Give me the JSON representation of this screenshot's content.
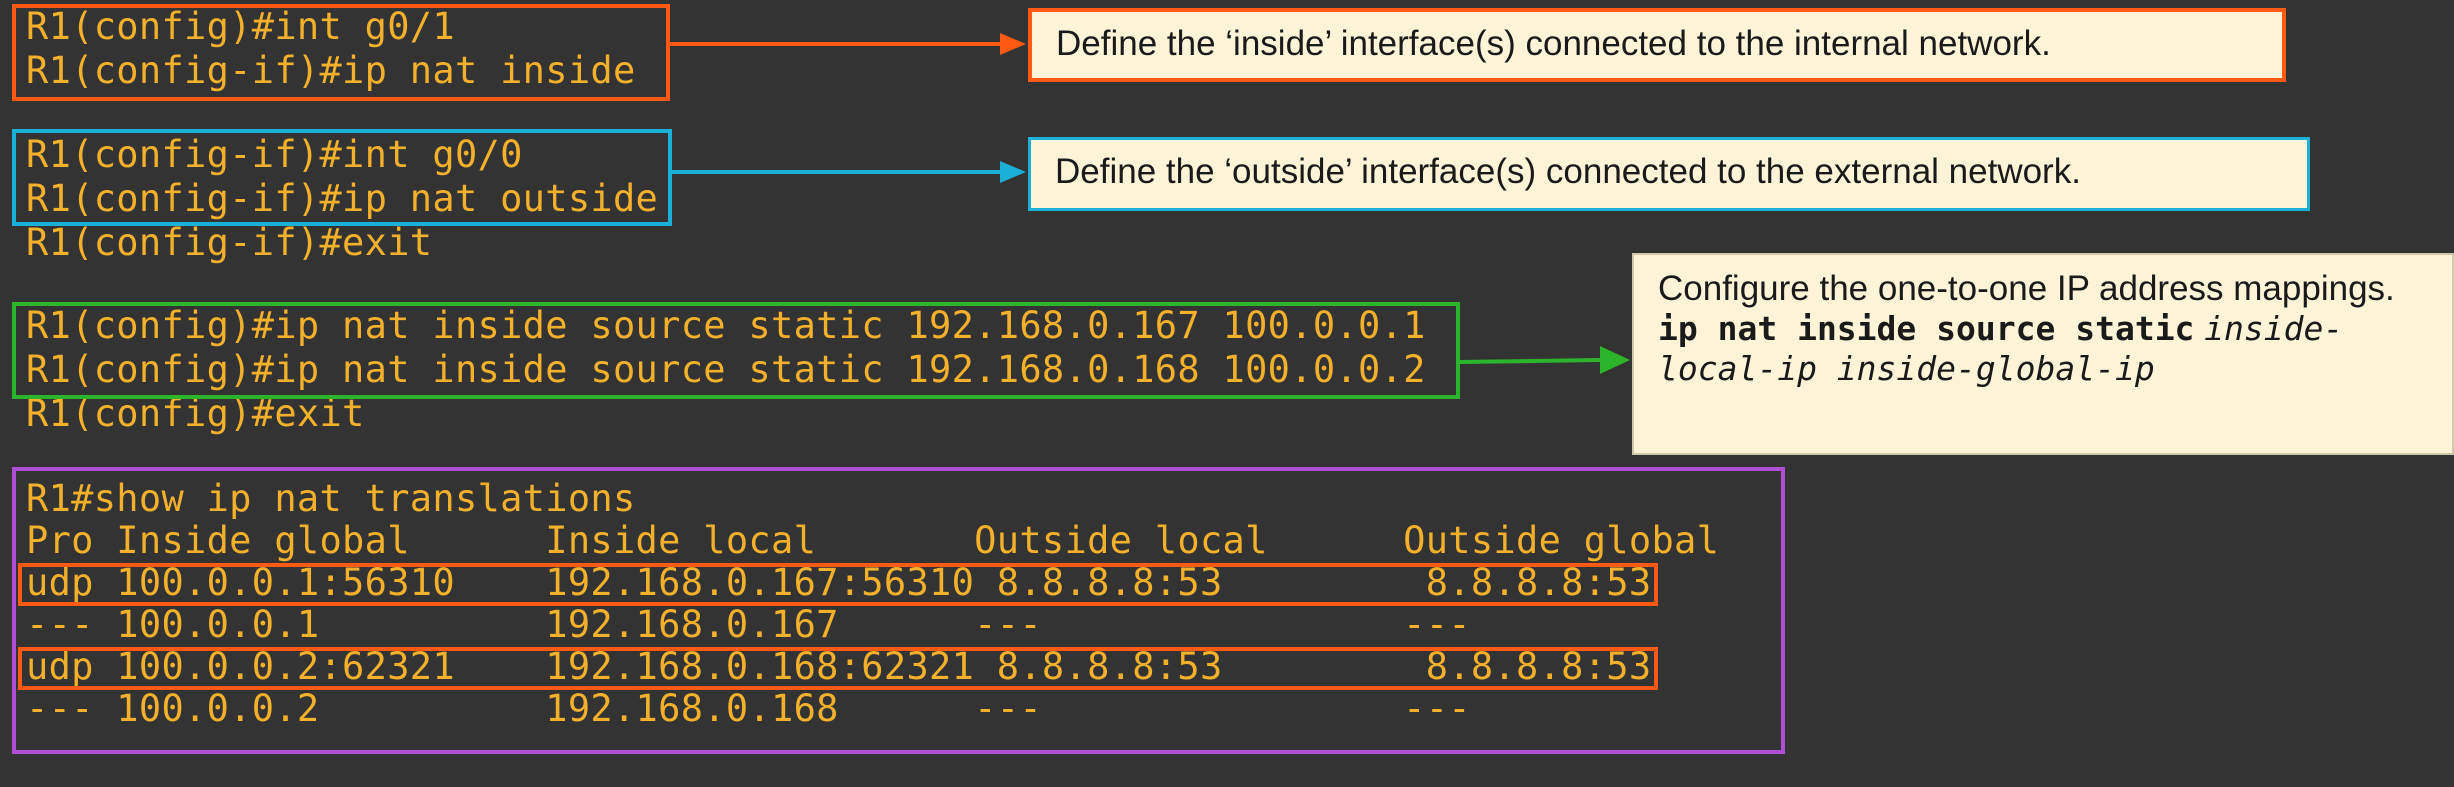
{
  "cli": {
    "block1": [
      "R1(config)#int g0/1",
      "R1(config-if)#ip nat inside"
    ],
    "block2": [
      "R1(config-if)#int g0/0",
      "R1(config-if)#ip nat outside",
      "R1(config-if)#exit"
    ],
    "block3": [
      "R1(config)#ip nat inside source static 192.168.0.167 100.0.0.1",
      "R1(config)#ip nat inside source static 192.168.0.168 100.0.0.2",
      "R1(config)#exit"
    ],
    "block4": {
      "command": "R1#show ip nat translations",
      "header": "Pro Inside global      Inside local       Outside local      Outside global",
      "rows": [
        "udp 100.0.0.1:56310    192.168.0.167:56310 8.8.8.8:53         8.8.8.8:53",
        "--- 100.0.0.1          192.168.0.167      ---                ---",
        "udp 100.0.0.2:62321    192.168.0.168:62321 8.8.8.8:53         8.8.8.8:53",
        "--- 100.0.0.2          192.168.0.168      ---                ---"
      ]
    }
  },
  "notes": {
    "inside": "Define the ‘inside’ interface(s) connected to the internal network.",
    "outside": "Define the ‘outside’ interface(s) connected to the external network.",
    "mapping_text": "Configure the one-to-one IP address mappings.",
    "mapping_cmd": "ip nat inside source static",
    "mapping_args": "inside-local-ip inside-global-ip"
  },
  "colors": {
    "background": "#333333",
    "cli_text": "#f3b02b",
    "orange": "#ff5a14",
    "blue": "#1ab0d8",
    "green": "#2cb52c",
    "purple": "#b04fd6",
    "note_bg": "#fdf3d6"
  }
}
